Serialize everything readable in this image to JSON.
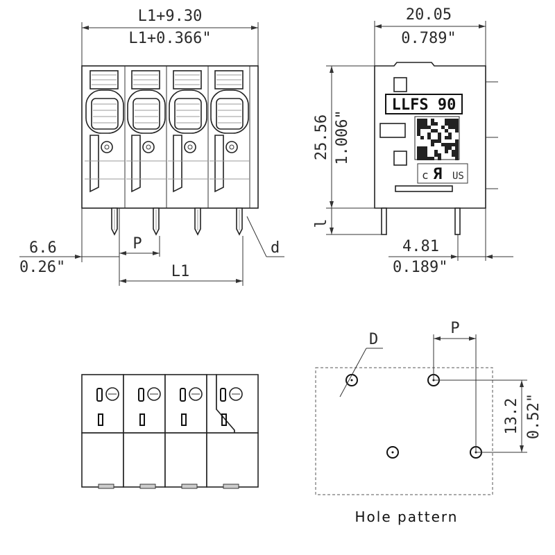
{
  "front_view": {
    "width_mm": "L1+9.30",
    "width_in": "L1+0.366\"",
    "offset_mm": "6.6",
    "offset_in": "0.26\"",
    "pitch_label": "P",
    "length_label": "L1",
    "pin_label": "d",
    "pole_count": 4
  },
  "side_view": {
    "depth_mm": "20.05",
    "depth_in": "0.789\"",
    "height_mm": "25.56",
    "height_in": "1.006\"",
    "pin_length_label": "l",
    "pin_offset_mm": "4.81",
    "pin_offset_in": "0.189\"",
    "product_label": "LLFS 90",
    "cert_c": "c",
    "cert_ru": "Я",
    "cert_us": "US"
  },
  "bottom_view": {
    "pole_count": 4
  },
  "hole_pattern": {
    "diameter_label": "D",
    "pitch_label": "P",
    "row_spacing_mm": "13.2",
    "row_spacing_in": "0.52\"",
    "caption": "Hole pattern"
  }
}
